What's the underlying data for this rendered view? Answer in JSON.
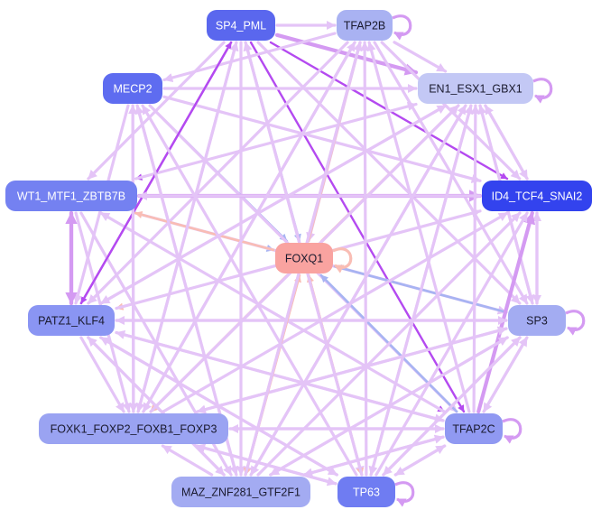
{
  "nodes": [
    {
      "id": "SP4_PML",
      "label": "SP4_PML",
      "color": "#5a67ee",
      "text": "light"
    },
    {
      "id": "TFAP2B",
      "label": "TFAP2B",
      "color": "#a9b2f2",
      "text": "dark"
    },
    {
      "id": "MECP2",
      "label": "MECP2",
      "color": "#5e6cf0",
      "text": "light"
    },
    {
      "id": "EN1_ESX1_GBX1",
      "label": "EN1_ESX1_GBX1",
      "color": "#c3c8f5",
      "text": "dark"
    },
    {
      "id": "WT1_MTF1_ZBTB7B",
      "label": "WT1_MTF1_ZBTB7B",
      "color": "#7481f1",
      "text": "light"
    },
    {
      "id": "ID4_TCF4_SNAI2",
      "label": "ID4_TCF4_SNAI2",
      "color": "#3343ee",
      "text": "light"
    },
    {
      "id": "FOXQ1",
      "label": "FOXQ1",
      "color": "#f9a3a0",
      "text": "dark"
    },
    {
      "id": "PATZ1_KLF4",
      "label": "PATZ1_KLF4",
      "color": "#8a95f3",
      "text": "dark"
    },
    {
      "id": "SP3",
      "label": "SP3",
      "color": "#a3acf2",
      "text": "dark"
    },
    {
      "id": "FOXK1_FOXP2_FOXB1_FOXP3",
      "label": "FOXK1_FOXP2_FOXB1_FOXP3",
      "color": "#9aa3f2",
      "text": "dark"
    },
    {
      "id": "TFAP2C",
      "label": "TFAP2C",
      "color": "#9099f2",
      "text": "dark"
    },
    {
      "id": "MAZ_ZNF281_GTF2F1",
      "label": "MAZ_ZNF281_GTF2F1",
      "color": "#a3abf2",
      "text": "dark"
    },
    {
      "id": "TP63",
      "label": "TP63",
      "color": "#6f7cf2",
      "text": "light"
    }
  ],
  "edge_colors": {
    "light_violet": "#e4c4f7",
    "violet": "#d49af2",
    "purple": "#b44af0",
    "blue": "#a7b4f2",
    "salmon": "#f9bdb4"
  },
  "edges": [
    {
      "from": "SP4_PML",
      "to": "FOXQ1",
      "color": "blue"
    },
    {
      "from": "SP4_PML",
      "to": "ID4_TCF4_SNAI2",
      "color": "purple"
    },
    {
      "from": "SP4_PML",
      "to": "TFAP2C",
      "color": "purple"
    },
    {
      "from": "SP4_PML",
      "to": "TFAP2B",
      "color": "light_violet"
    },
    {
      "from": "SP4_PML",
      "to": "EN1_ESX1_GBX1",
      "color": "violet"
    },
    {
      "from": "SP4_PML",
      "to": "WT1_MTF1_ZBTB7B",
      "color": "light_violet"
    },
    {
      "from": "SP4_PML",
      "to": "PATZ1_KLF4",
      "color": "purple"
    },
    {
      "from": "SP4_PML",
      "to": "FOXK1_FOXP2_FOXB1_FOXP3",
      "color": "light_violet"
    },
    {
      "from": "SP4_PML",
      "to": "MAZ_ZNF281_GTF2F1",
      "color": "light_violet"
    },
    {
      "from": "SP4_PML",
      "to": "TP63",
      "color": "light_violet"
    },
    {
      "from": "SP4_PML",
      "to": "SP3",
      "color": "light_violet"
    },
    {
      "from": "TFAP2B",
      "to": "FOXQ1",
      "color": "light_violet"
    },
    {
      "from": "TFAP2B",
      "to": "EN1_ESX1_GBX1",
      "color": "light_violet"
    },
    {
      "from": "TFAP2B",
      "to": "MECP2",
      "color": "light_violet"
    },
    {
      "from": "TFAP2B",
      "to": "ID4_TCF4_SNAI2",
      "color": "light_violet"
    },
    {
      "from": "TFAP2B",
      "to": "SP3",
      "color": "light_violet"
    },
    {
      "from": "TFAP2B",
      "to": "FOXK1_FOXP2_FOXB1_FOXP3",
      "color": "light_violet"
    },
    {
      "from": "TFAP2B",
      "to": "MAZ_ZNF281_GTF2F1",
      "color": "light_violet"
    },
    {
      "from": "TFAP2B",
      "to": "PATZ1_KLF4",
      "color": "light_violet"
    },
    {
      "from": "MECP2",
      "to": "FOXQ1",
      "color": "blue"
    },
    {
      "from": "MECP2",
      "to": "EN1_ESX1_GBX1",
      "color": "light_violet"
    },
    {
      "from": "MECP2",
      "to": "ID4_TCF4_SNAI2",
      "color": "light_violet"
    },
    {
      "from": "MECP2",
      "to": "TFAP2C",
      "color": "light_violet"
    },
    {
      "from": "MECP2",
      "to": "FOXK1_FOXP2_FOXB1_FOXP3",
      "color": "light_violet"
    },
    {
      "from": "MECP2",
      "to": "MAZ_ZNF281_GTF2F1",
      "color": "light_violet"
    },
    {
      "from": "MECP2",
      "to": "PATZ1_KLF4",
      "color": "light_violet"
    },
    {
      "from": "EN1_ESX1_GBX1",
      "to": "WT1_MTF1_ZBTB7B",
      "color": "purple"
    },
    {
      "from": "EN1_ESX1_GBX1",
      "to": "ID4_TCF4_SNAI2",
      "color": "light_violet"
    },
    {
      "from": "EN1_ESX1_GBX1",
      "to": "FOXK1_FOXP2_FOXB1_FOXP3",
      "color": "light_violet"
    },
    {
      "from": "EN1_ESX1_GBX1",
      "to": "MAZ_ZNF281_GTF2F1",
      "color": "light_violet"
    },
    {
      "from": "EN1_ESX1_GBX1",
      "to": "TP63",
      "color": "light_violet"
    },
    {
      "from": "EN1_ESX1_GBX1",
      "to": "PATZ1_KLF4",
      "color": "light_violet"
    },
    {
      "from": "EN1_ESX1_GBX1",
      "to": "SP3",
      "color": "light_violet"
    },
    {
      "from": "WT1_MTF1_ZBTB7B",
      "to": "FOXQ1",
      "color": "blue"
    },
    {
      "from": "WT1_MTF1_ZBTB7B",
      "to": "ID4_TCF4_SNAI2",
      "color": "violet"
    },
    {
      "from": "WT1_MTF1_ZBTB7B",
      "to": "PATZ1_KLF4",
      "color": "violet"
    },
    {
      "from": "WT1_MTF1_ZBTB7B",
      "to": "TFAP2C",
      "color": "purple"
    },
    {
      "from": "WT1_MTF1_ZBTB7B",
      "to": "EN1_ESX1_GBX1",
      "color": "light_violet"
    },
    {
      "from": "WT1_MTF1_ZBTB7B",
      "to": "FOXK1_FOXP2_FOXB1_FOXP3",
      "color": "light_violet"
    },
    {
      "from": "WT1_MTF1_ZBTB7B",
      "to": "MAZ_ZNF281_GTF2F1",
      "color": "light_violet"
    },
    {
      "from": "WT1_MTF1_ZBTB7B",
      "to": "SP3",
      "color": "light_violet"
    },
    {
      "from": "FOXQ1",
      "to": "EN1_ESX1_GBX1",
      "color": "salmon"
    },
    {
      "from": "FOXQ1",
      "to": "ID4_TCF4_SNAI2",
      "color": "salmon"
    },
    {
      "from": "FOXQ1",
      "to": "PATZ1_KLF4",
      "color": "salmon"
    },
    {
      "from": "FOXQ1",
      "to": "FOXK1_FOXP2_FOXB1_FOXP3",
      "color": "salmon"
    },
    {
      "from": "FOXQ1",
      "to": "MAZ_ZNF281_GTF2F1",
      "color": "salmon"
    },
    {
      "from": "FOXQ1",
      "to": "TP63",
      "color": "salmon"
    },
    {
      "from": "FOXQ1",
      "to": "TFAP2B",
      "color": "salmon"
    },
    {
      "from": "FOXQ1",
      "to": "WT1_MTF1_ZBTB7B",
      "color": "salmon"
    },
    {
      "from": "SP3",
      "to": "FOXQ1",
      "color": "blue"
    },
    {
      "from": "SP3",
      "to": "EN1_ESX1_GBX1",
      "color": "light_violet"
    },
    {
      "from": "SP3",
      "to": "ID4_TCF4_SNAI2",
      "color": "light_violet"
    },
    {
      "from": "SP3",
      "to": "TFAP2C",
      "color": "light_violet"
    },
    {
      "from": "SP3",
      "to": "FOXK1_FOXP2_FOXB1_FOXP3",
      "color": "light_violet"
    },
    {
      "from": "SP3",
      "to": "PATZ1_KLF4",
      "color": "light_violet"
    },
    {
      "from": "SP3",
      "to": "MAZ_ZNF281_GTF2F1",
      "color": "light_violet"
    },
    {
      "from": "SP3",
      "to": "TP63",
      "color": "light_violet"
    },
    {
      "from": "TFAP2C",
      "to": "FOXQ1",
      "color": "blue"
    },
    {
      "from": "TFAP2C",
      "to": "EN1_ESX1_GBX1",
      "color": "light_violet"
    },
    {
      "from": "TFAP2C",
      "to": "ID4_TCF4_SNAI2",
      "color": "violet"
    },
    {
      "from": "TFAP2C",
      "to": "FOXK1_FOXP2_FOXB1_FOXP3",
      "color": "light_violet"
    },
    {
      "from": "TFAP2C",
      "to": "MAZ_ZNF281_GTF2F1",
      "color": "light_violet"
    },
    {
      "from": "TFAP2C",
      "to": "TP63",
      "color": "light_violet"
    },
    {
      "from": "TFAP2C",
      "to": "PATZ1_KLF4",
      "color": "light_violet"
    },
    {
      "from": "TFAP2C",
      "to": "WT1_MTF1_ZBTB7B",
      "color": "light_violet"
    },
    {
      "from": "TFAP2C",
      "to": "SP3",
      "color": "light_violet"
    },
    {
      "from": "TFAP2C",
      "to": "TFAP2B",
      "color": "light_violet"
    },
    {
      "from": "PATZ1_KLF4",
      "to": "WT1_MTF1_ZBTB7B",
      "color": "violet"
    },
    {
      "from": "PATZ1_KLF4",
      "to": "SP4_PML",
      "color": "purple"
    },
    {
      "from": "PATZ1_KLF4",
      "to": "FOXK1_FOXP2_FOXB1_FOXP3",
      "color": "light_violet"
    },
    {
      "from": "PATZ1_KLF4",
      "to": "TFAP2C",
      "color": "light_violet"
    },
    {
      "from": "PATZ1_KLF4",
      "to": "EN1_ESX1_GBX1",
      "color": "light_violet"
    },
    {
      "from": "PATZ1_KLF4",
      "to": "ID4_TCF4_SNAI2",
      "color": "light_violet"
    },
    {
      "from": "PATZ1_KLF4",
      "to": "SP3",
      "color": "light_violet"
    },
    {
      "from": "PATZ1_KLF4",
      "to": "MAZ_ZNF281_GTF2F1",
      "color": "light_violet"
    },
    {
      "from": "PATZ1_KLF4",
      "to": "TP63",
      "color": "light_violet"
    },
    {
      "from": "FOXK1_FOXP2_FOXB1_FOXP3",
      "to": "TFAP2C",
      "color": "light_violet"
    },
    {
      "from": "FOXK1_FOXP2_FOXB1_FOXP3",
      "to": "ID4_TCF4_SNAI2",
      "color": "light_violet"
    },
    {
      "from": "FOXK1_FOXP2_FOXB1_FOXP3",
      "to": "EN1_ESX1_GBX1",
      "color": "light_violet"
    },
    {
      "from": "FOXK1_FOXP2_FOXB1_FOXP3",
      "to": "SP3",
      "color": "light_violet"
    },
    {
      "from": "FOXK1_FOXP2_FOXB1_FOXP3",
      "to": "TP63",
      "color": "light_violet"
    },
    {
      "from": "FOXK1_FOXP2_FOXB1_FOXP3",
      "to": "MECP2",
      "color": "light_violet"
    },
    {
      "from": "FOXK1_FOXP2_FOXB1_FOXP3",
      "to": "SP4_PML",
      "color": "light_violet"
    },
    {
      "from": "FOXK1_FOXP2_FOXB1_FOXP3",
      "to": "TFAP2B",
      "color": "light_violet"
    },
    {
      "from": "MAZ_ZNF281_GTF2F1",
      "to": "FOXQ1",
      "color": "salmon"
    },
    {
      "from": "MAZ_ZNF281_GTF2F1",
      "to": "FOXK1_FOXP2_FOXB1_FOXP3",
      "color": "light_violet"
    },
    {
      "from": "MAZ_ZNF281_GTF2F1",
      "to": "TFAP2C",
      "color": "light_violet"
    },
    {
      "from": "MAZ_ZNF281_GTF2F1",
      "to": "SP3",
      "color": "light_violet"
    },
    {
      "from": "MAZ_ZNF281_GTF2F1",
      "to": "EN1_ESX1_GBX1",
      "color": "light_violet"
    },
    {
      "from": "MAZ_ZNF281_GTF2F1",
      "to": "ID4_TCF4_SNAI2",
      "color": "light_violet"
    },
    {
      "from": "MAZ_ZNF281_GTF2F1",
      "to": "TFAP2B",
      "color": "light_violet"
    },
    {
      "from": "MAZ_ZNF281_GTF2F1",
      "to": "MECP2",
      "color": "light_violet"
    },
    {
      "from": "MAZ_ZNF281_GTF2F1",
      "to": "PATZ1_KLF4",
      "color": "light_violet"
    },
    {
      "from": "TP63",
      "to": "FOXQ1",
      "color": "salmon"
    },
    {
      "from": "TP63",
      "to": "TFAP2C",
      "color": "light_violet"
    },
    {
      "from": "TP63",
      "to": "SP3",
      "color": "light_violet"
    },
    {
      "from": "TP63",
      "to": "EN1_ESX1_GBX1",
      "color": "light_violet"
    },
    {
      "from": "TP63",
      "to": "ID4_TCF4_SNAI2",
      "color": "light_violet"
    },
    {
      "from": "TP63",
      "to": "FOXK1_FOXP2_FOXB1_FOXP3",
      "color": "light_violet"
    },
    {
      "from": "TP63",
      "to": "PATZ1_KLF4",
      "color": "light_violet"
    },
    {
      "from": "TP63",
      "to": "MECP2",
      "color": "light_violet"
    },
    {
      "from": "TP63",
      "to": "TFAP2B",
      "color": "light_violet"
    },
    {
      "from": "TP63",
      "to": "SP4_PML",
      "color": "light_violet"
    },
    {
      "from": "ID4_TCF4_SNAI2",
      "to": "EN1_ESX1_GBX1",
      "color": "light_violet"
    },
    {
      "from": "ID4_TCF4_SNAI2",
      "to": "SP3",
      "color": "light_violet"
    },
    {
      "from": "ID4_TCF4_SNAI2",
      "to": "WT1_MTF1_ZBTB7B",
      "color": "light_violet"
    }
  ],
  "self_loops": [
    {
      "node": "TFAP2B",
      "color": "violet"
    },
    {
      "node": "EN1_ESX1_GBX1",
      "color": "violet"
    },
    {
      "node": "FOXQ1",
      "color": "salmon"
    },
    {
      "node": "SP3",
      "color": "violet"
    },
    {
      "node": "TFAP2C",
      "color": "violet"
    },
    {
      "node": "TP63",
      "color": "violet"
    }
  ]
}
